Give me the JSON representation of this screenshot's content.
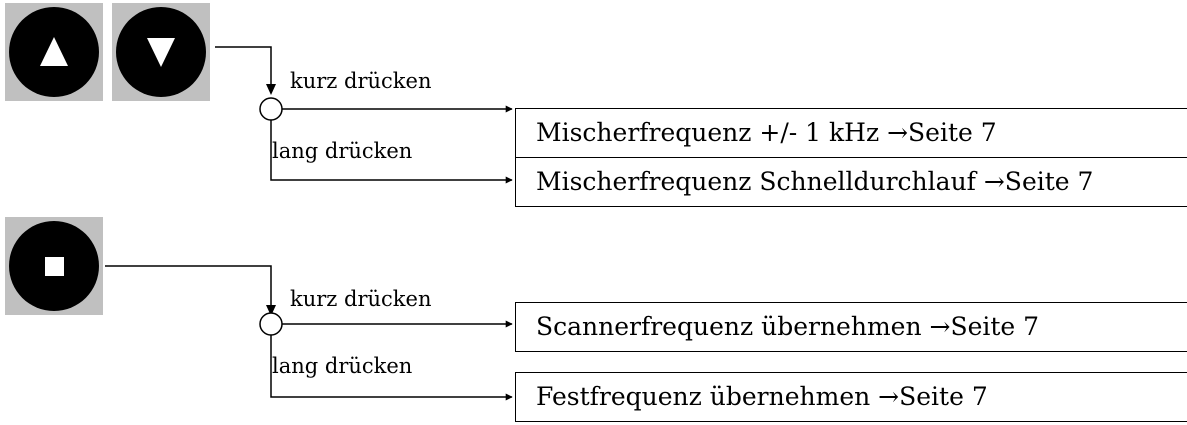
{
  "buttons": {
    "up": {
      "icon": "triangle-up-icon"
    },
    "down": {
      "icon": "triangle-down-icon"
    },
    "stop": {
      "icon": "square-stop-icon"
    }
  },
  "group1": {
    "short_label": "kurz drücken",
    "long_label": "lang drücken",
    "short_target": "Mischerfrequenz +/- 1 kHz →Seite 7",
    "long_target": "Mischerfrequenz Schnelldurchlauf →Seite 7"
  },
  "group2": {
    "short_label": "kurz drücken",
    "long_label": "lang drücken",
    "short_target": "Scannerfrequenz übernehmen →Seite 7",
    "long_target": "Festfrequenz übernehmen →Seite 7"
  }
}
